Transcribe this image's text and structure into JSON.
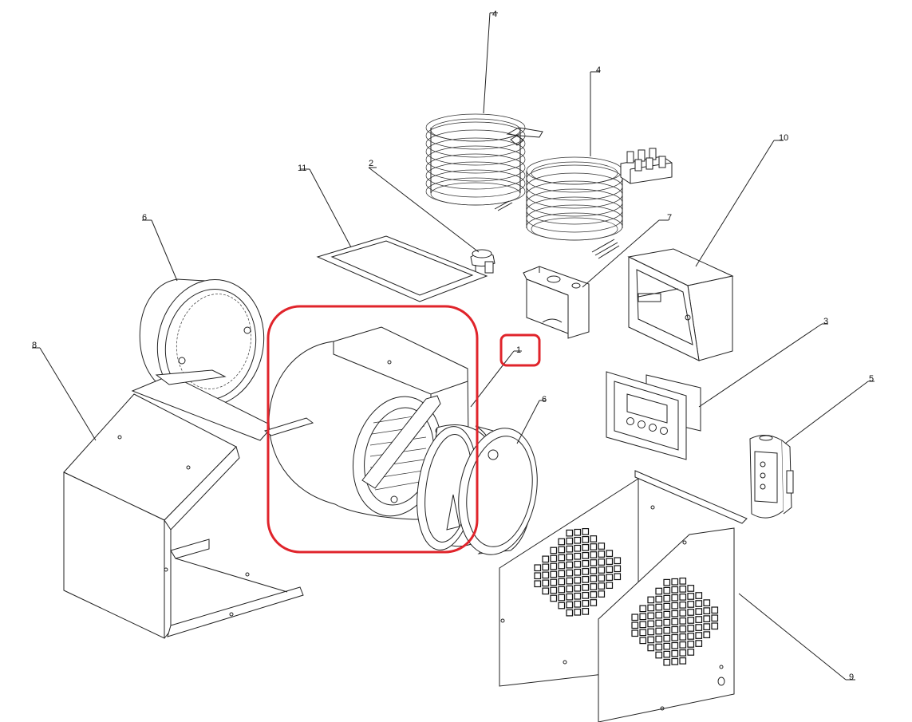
{
  "callouts": {
    "heater_coil_top": "4",
    "heater_coil_terminal": "4",
    "thermostat_switch": "2",
    "gasket_frame": "11",
    "electrical_box": "10",
    "mounting_bracket": "7",
    "duct_collar_left": "6",
    "duct_collar_right": "6",
    "housing_cover": "8",
    "blower_fan": "1",
    "control_panel": "3",
    "remote_control": "5",
    "grille_panels": "9"
  },
  "colors": {
    "line": "#222222",
    "highlight": "#e0242b",
    "background": "#ffffff"
  }
}
